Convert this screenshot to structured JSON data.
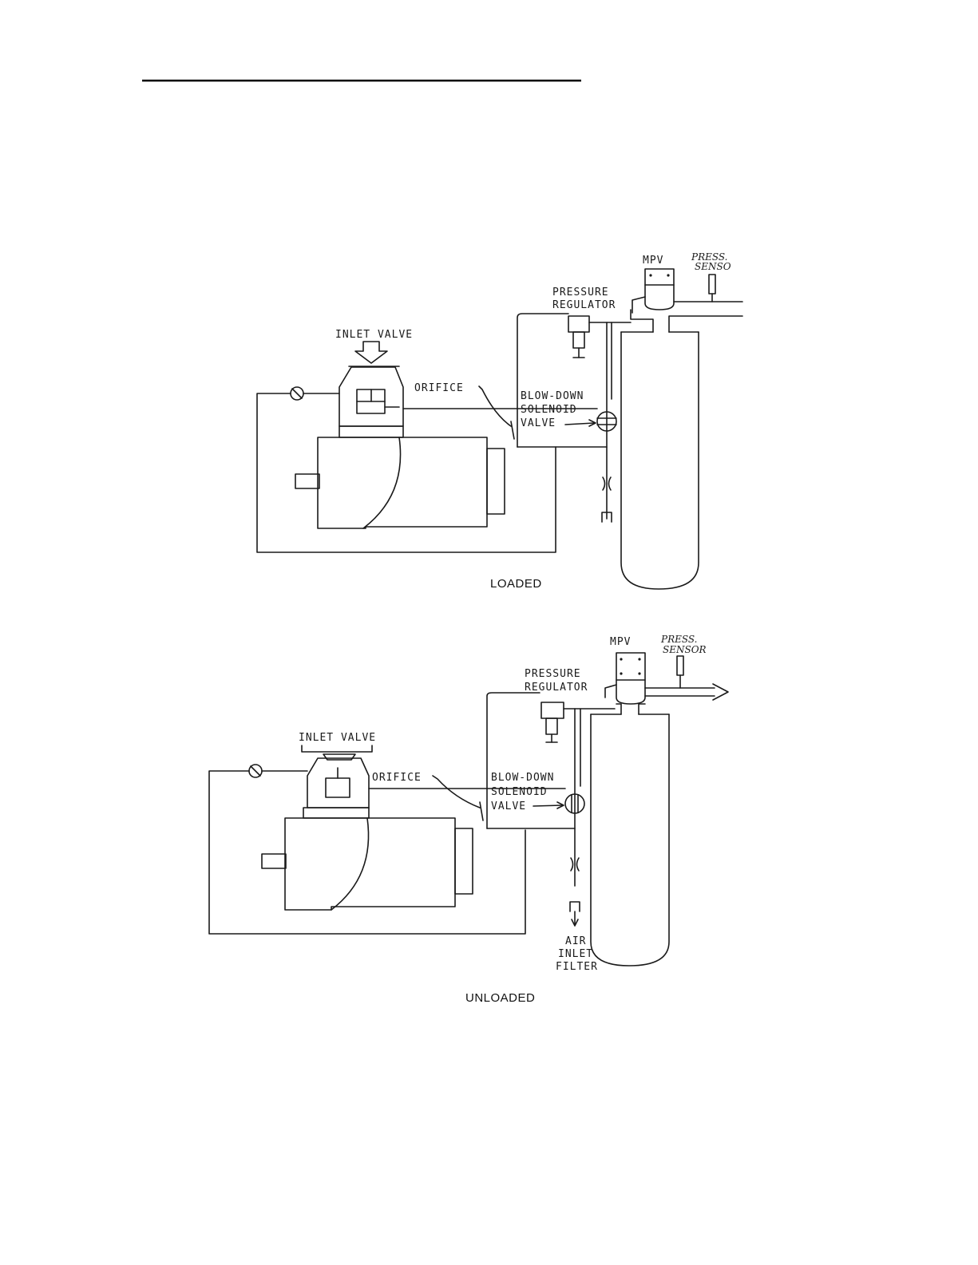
{
  "loaded": {
    "mpv": "MPV",
    "press_sensor_line1": "PRESS.",
    "press_sensor_line2": "SENSO",
    "pressure_regulator_line1": "PRESSURE",
    "pressure_regulator_line2": "REGULATOR",
    "inlet_valve": "INLET VALVE",
    "orifice": "ORIFICE",
    "blowdown_line1": "BLOW-DOWN",
    "blowdown_line2": "SOLENOID",
    "blowdown_line3": "VALVE",
    "caption": "LOADED"
  },
  "unloaded": {
    "mpv": "MPV",
    "press_sensor_line1": "PRESS.",
    "press_sensor_line2": "SENSOR",
    "pressure_regulator_line1": "PRESSURE",
    "pressure_regulator_line2": "REGULATOR",
    "inlet_valve": "INLET VALVE",
    "orifice": "ORIFICE",
    "blowdown_line1": "BLOW-DOWN",
    "blowdown_line2": "SOLENOID",
    "blowdown_line3": "VALVE",
    "air_filter_line1": "AIR",
    "air_filter_line2": "INLET",
    "air_filter_line3": "FILTER",
    "caption": "UNLOADED"
  }
}
